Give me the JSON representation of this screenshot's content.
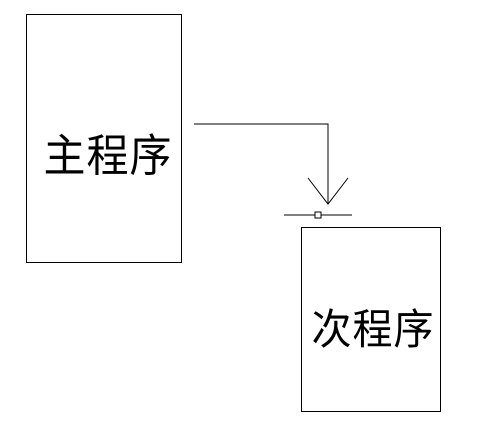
{
  "diagram": {
    "nodes": [
      {
        "id": "main",
        "label": "主程序"
      },
      {
        "id": "sub",
        "label": "次程序"
      }
    ],
    "edges": [
      {
        "from": "main",
        "to": "sub"
      }
    ]
  },
  "colors": {
    "stroke": "#000000",
    "background": "#ffffff"
  }
}
